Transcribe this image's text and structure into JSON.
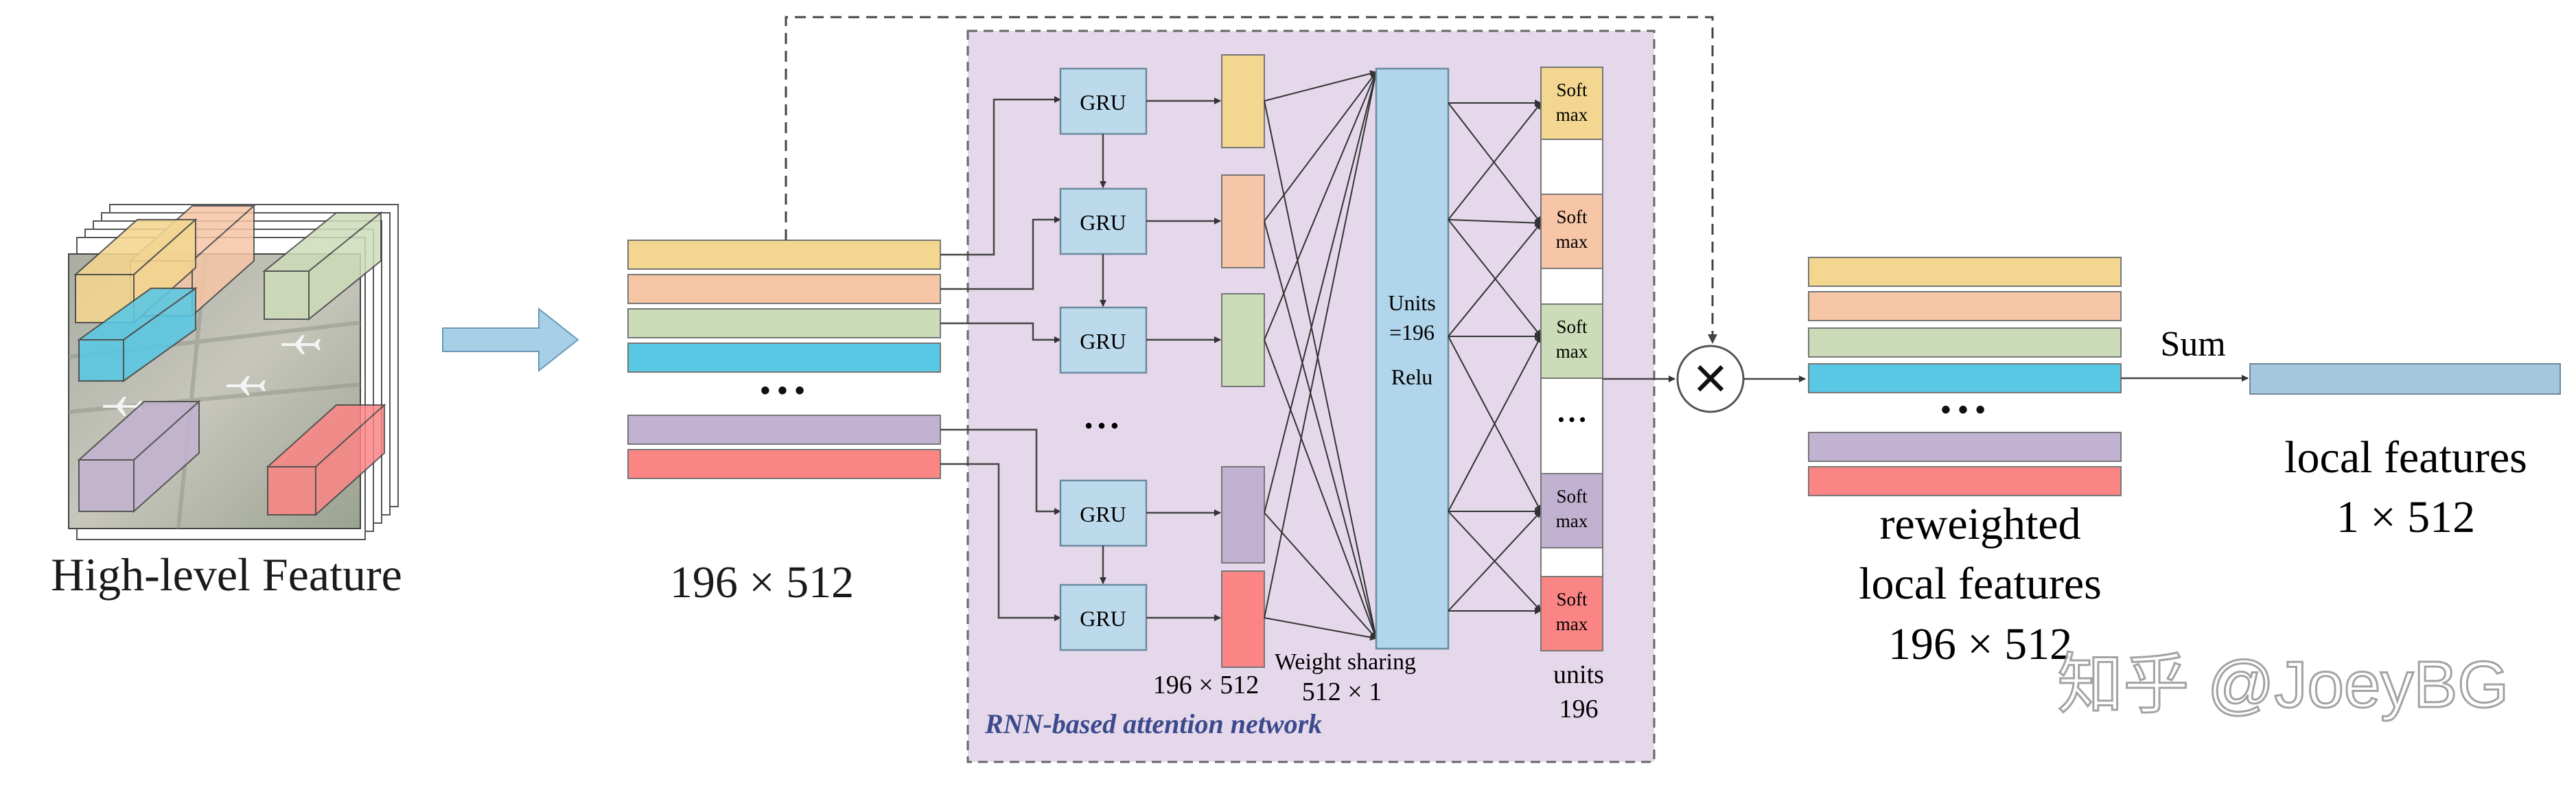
{
  "input": {
    "label": "High-level Feature"
  },
  "matrix": {
    "dims_label": "196 × 512",
    "ellipsis": "• • •"
  },
  "attention": {
    "caption": "RNN-based attention network",
    "gru_label": "GRU",
    "gru_ellipsis": "• • •",
    "hidden_dims_label": "196 × 512",
    "weight_sharing_label": "Weight sharing",
    "weight_dims_label": "512 × 1",
    "dense": {
      "line1": "Units",
      "line2": "=196",
      "line3": "Relu"
    },
    "softmax_line1": "Soft",
    "softmax_line2": "max",
    "softmax_ellipsis": "• • •",
    "units_label": "units",
    "units_value": "196"
  },
  "multiply_symbol": "×",
  "reweighted": {
    "line1": "reweighted",
    "line2": "local features",
    "line3": "196 × 512",
    "ellipsis": "• • •"
  },
  "sum_label": "Sum",
  "output": {
    "line1": "local features",
    "line2": "1 × 512"
  },
  "watermark": "知乎 @JoeyBG",
  "colors": {
    "yellow": "#f3d690",
    "peach": "#f6c6a6",
    "sage": "#cddcb8",
    "cyan": "#59c8e4",
    "lavender": "#c2b2d1",
    "red": "#fb8585",
    "gru_fill": "#bcdaeb",
    "dense_fill": "#b1d5ea",
    "attn_bg": "#e5d8ea",
    "arrow_fill": "#a7cfe6",
    "output_bar": "#a6c6dd"
  }
}
